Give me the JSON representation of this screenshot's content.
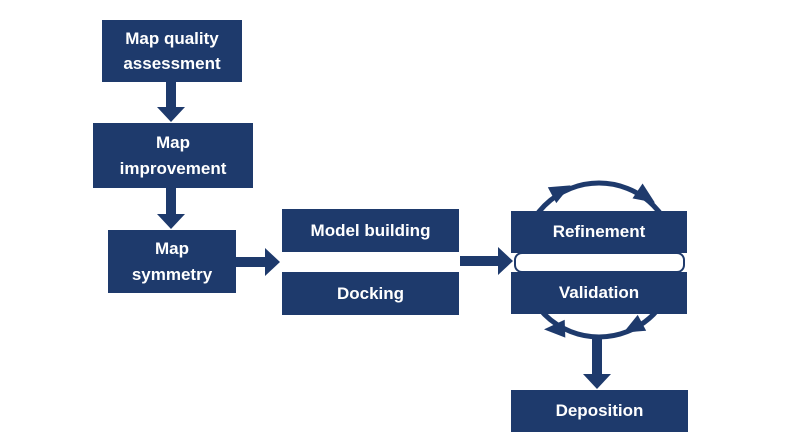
{
  "diagram": {
    "type": "flowchart",
    "colors": {
      "node_fill": "#1e3a6c",
      "node_text": "#ffffff",
      "arrow": "#1e3a6c",
      "cycle_stroke": "#1e3a6c",
      "slot_fill": "#ffffff",
      "slot_border": "#1e3a6c",
      "background": "#ffffff"
    },
    "nodes": {
      "map_quality_assessment": {
        "label": "Map quality\nassessment"
      },
      "map_improvement": {
        "label": "Map\nimprovement"
      },
      "map_symmetry": {
        "label": "Map\nsymmetry"
      },
      "model_building": {
        "label": "Model building"
      },
      "docking": {
        "label": "Docking"
      },
      "refinement": {
        "label": "Refinement"
      },
      "validation": {
        "label": "Validation"
      },
      "deposition": {
        "label": "Deposition"
      }
    },
    "edges": [
      {
        "from": "map_quality_assessment",
        "to": "map_improvement",
        "style": "straight-arrow"
      },
      {
        "from": "map_improvement",
        "to": "map_symmetry",
        "style": "straight-arrow"
      },
      {
        "from": "map_symmetry",
        "to": "model_building_docking_group",
        "style": "straight-arrow"
      },
      {
        "from": "model_building_docking_group",
        "to": "refinement_validation_group",
        "style": "straight-arrow"
      },
      {
        "from": "refinement_validation_group",
        "to": "deposition",
        "style": "straight-arrow"
      },
      {
        "between": [
          "refinement",
          "validation"
        ],
        "style": "circular-cycle",
        "direction": "clockwise"
      }
    ]
  }
}
